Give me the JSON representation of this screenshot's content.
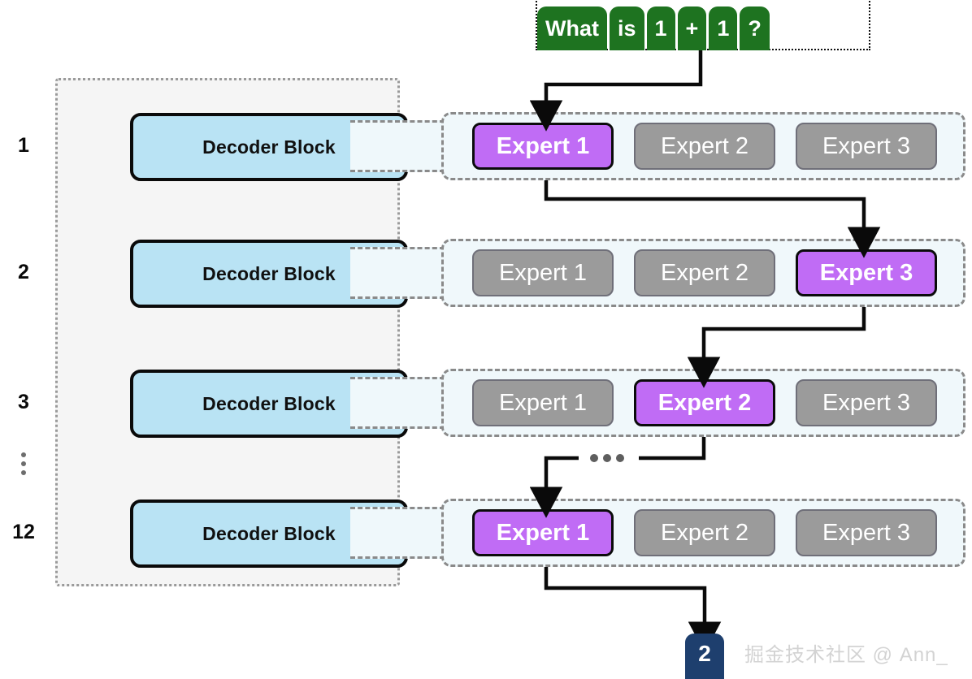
{
  "prompt": {
    "tokens": [
      "What",
      "is",
      "1",
      "+",
      "1",
      "?"
    ]
  },
  "decoder": {
    "block_label": "Decoder Block",
    "layers": [
      {
        "label": "1"
      },
      {
        "label": "2"
      },
      {
        "label": "3"
      },
      {
        "label": "12"
      }
    ],
    "ellipsis_label": "⋮"
  },
  "experts": {
    "rows": [
      {
        "layer": "1",
        "items": [
          {
            "label": "Expert 1",
            "state": "active"
          },
          {
            "label": "Expert 2",
            "state": "inactive"
          },
          {
            "label": "Expert 3",
            "state": "inactive"
          }
        ]
      },
      {
        "layer": "2",
        "items": [
          {
            "label": "Expert 1",
            "state": "inactive"
          },
          {
            "label": "Expert 2",
            "state": "inactive"
          },
          {
            "label": "Expert 3",
            "state": "active"
          }
        ]
      },
      {
        "layer": "3",
        "items": [
          {
            "label": "Expert 1",
            "state": "inactive"
          },
          {
            "label": "Expert 2",
            "state": "active"
          },
          {
            "label": "Expert 3",
            "state": "inactive"
          }
        ]
      },
      {
        "layer": "12",
        "items": [
          {
            "label": "Expert 1",
            "state": "active"
          },
          {
            "label": "Expert 2",
            "state": "inactive"
          },
          {
            "label": "Expert 3",
            "state": "inactive"
          }
        ]
      }
    ]
  },
  "output": {
    "value": "2"
  },
  "watermark": {
    "text": "掘金技术社区 @ Ann_"
  },
  "colors": {
    "token_green": "#1e7320",
    "decoder_blue": "#b9e3f4",
    "expert_active_purple": "#c06cf5",
    "expert_inactive_gray": "#9b9b9b",
    "output_navy": "#1e3f6e",
    "dashed_gray": "#8a8a8a",
    "container_gray": "#f5f5f5",
    "watermark_gray": "#d3d3d3"
  }
}
